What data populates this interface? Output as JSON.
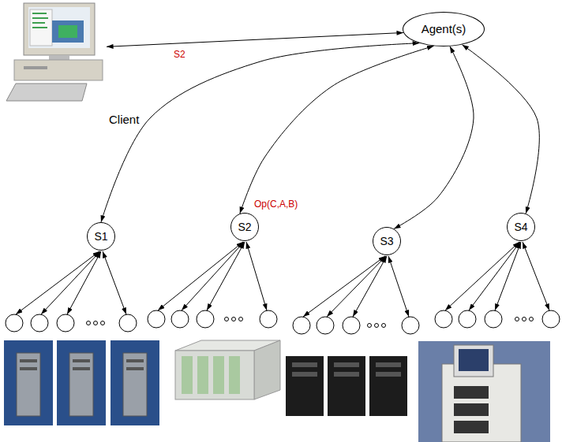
{
  "diagram": {
    "nodes": [
      {
        "text": [
          "Client"
        ]
      },
      {
        "text": [
          "Agent(s)"
        ]
      },
      {
        "text": [
          "S1"
        ]
      },
      {
        "text": [
          "S2"
        ]
      },
      {
        "text": [
          "S3"
        ]
      },
      {
        "text": [
          "S4"
        ]
      }
    ],
    "edges": [
      {
        "from": 0,
        "to": 1,
        "arrow": "both",
        "label": "S2"
      },
      {
        "from": 1,
        "to": 2,
        "arrow": "both"
      },
      {
        "from": 1,
        "to": 3,
        "arrow": "both",
        "label": "Op(C,A,B)"
      },
      {
        "from": 1,
        "to": 4,
        "arrow": "both"
      },
      {
        "from": 1,
        "to": 5,
        "arrow": "both"
      }
    ]
  }
}
